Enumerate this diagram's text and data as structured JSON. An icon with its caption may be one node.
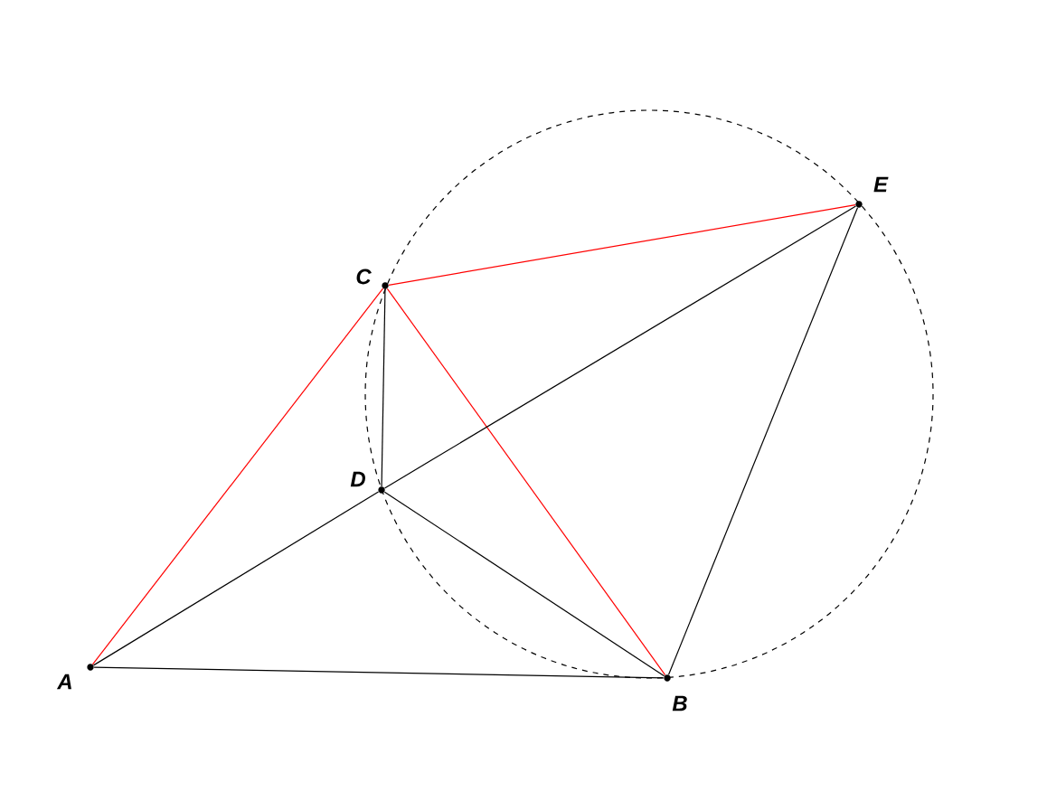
{
  "diagram": {
    "nodes": [
      {
        "text": [
          "A"
        ]
      },
      {
        "text": [
          "B"
        ]
      },
      {
        "text": [
          "C"
        ]
      },
      {
        "text": [
          "D"
        ]
      },
      {
        "text": [
          "E"
        ]
      }
    ],
    "edges": [
      {
        "from": 0,
        "to": 2,
        "arrow": "none",
        "color": "#ff0000"
      },
      {
        "from": 2,
        "to": 4,
        "arrow": "none",
        "color": "#ff0000"
      },
      {
        "from": 2,
        "to": 1,
        "arrow": "none",
        "color": "#ff0000"
      },
      {
        "from": 0,
        "to": 1,
        "arrow": "none"
      },
      {
        "from": 0,
        "to": 3,
        "arrow": "none"
      },
      {
        "from": 3,
        "to": 4,
        "arrow": "none"
      },
      {
        "from": 2,
        "to": 3,
        "arrow": "none"
      },
      {
        "from": 3,
        "to": 1,
        "arrow": "none"
      },
      {
        "from": 1,
        "to": 4,
        "arrow": "none"
      }
    ]
  }
}
